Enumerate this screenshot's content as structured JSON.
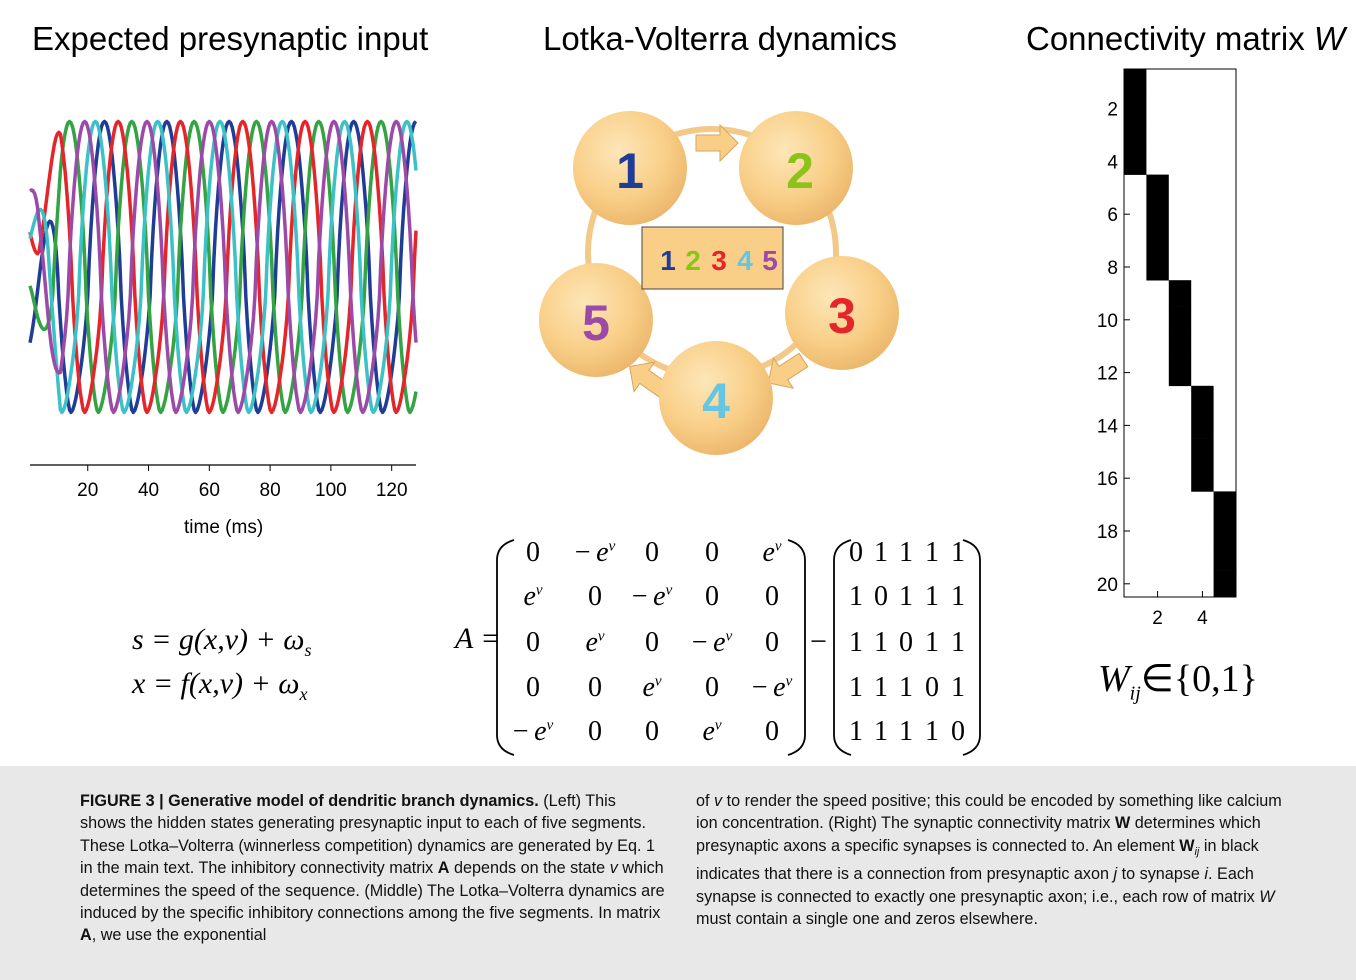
{
  "panels": {
    "left": {
      "title": "Expected presynaptic input",
      "xlabel": "time (ms)",
      "xticks": [
        "20",
        "40",
        "60",
        "80",
        "100",
        "120"
      ],
      "eq1": "s = g(x,v) + ω",
      "eq1_sub": "s",
      "eq2": "x = f(x,v) + ω",
      "eq2_sub": "x"
    },
    "middle": {
      "title": "Lotka-Volterra dynamics",
      "nodes": [
        "1",
        "2",
        "3",
        "4",
        "5"
      ],
      "matrix_lhs": "A =",
      "minus": "−"
    },
    "right": {
      "title_prefix": "Connectivity matrix ",
      "title_var": "W",
      "yticks": [
        "2",
        "4",
        "6",
        "8",
        "10",
        "12",
        "14",
        "16",
        "18",
        "20"
      ],
      "xticks": [
        "2",
        "4"
      ],
      "eq_W": "W",
      "eq_sub": "ij",
      "eq_rest": "∈{0,1}"
    }
  },
  "colors": {
    "series": [
      "#1f3c96",
      "#33a343",
      "#e4262b",
      "#3cc1c6",
      "#9c4aa8"
    ],
    "node_text": [
      "#1f3c96",
      "#8ac31a",
      "#e4262b",
      "#66c5e0",
      "#9c4aa8"
    ]
  },
  "matrix_A": [
    [
      "0",
      "− e^v",
      "0",
      "0",
      "e^v"
    ],
    [
      "e^v",
      "0",
      "− e^v",
      "0",
      "0"
    ],
    [
      "0",
      "e^v",
      "0",
      "− e^v",
      "0"
    ],
    [
      "0",
      "0",
      "e^v",
      "0",
      "− e^v"
    ],
    [
      "− e^v",
      "0",
      "0",
      "e^v",
      "0"
    ]
  ],
  "matrix_B": [
    [
      "0",
      "1",
      "1",
      "1",
      "1"
    ],
    [
      "1",
      "0",
      "1",
      "1",
      "1"
    ],
    [
      "1",
      "1",
      "0",
      "1",
      "1"
    ],
    [
      "1",
      "1",
      "1",
      "0",
      "1"
    ],
    [
      "1",
      "1",
      "1",
      "1",
      "0"
    ]
  ],
  "chart_data": [
    {
      "type": "line",
      "title": "Expected presynaptic input",
      "xlabel": "time (ms)",
      "ylabel": "",
      "xlim": [
        1,
        128
      ],
      "period_ms": 20.5,
      "series": [
        {
          "color": "#1f3c96",
          "peak_times_ms": [
            5,
            25,
            46,
            66,
            87,
            108
          ],
          "initial_value": 0.27
        },
        {
          "color": "#33a343",
          "peak_times_ms": [
            14,
            35,
            56,
            76,
            96,
            117
          ],
          "initial_value": 0.45
        },
        {
          "color": "#e4262b",
          "peak_times_ms": [
            30,
            50,
            71,
            91,
            112
          ],
          "initial_value": 0.62
        },
        {
          "color": "#3cc1c6",
          "peak_times_ms": [
            43,
            63,
            84,
            104,
            125
          ],
          "initial_value": 0.6
        },
        {
          "color": "#9c4aa8",
          "peak_times_ms": [
            19,
            40,
            60,
            81,
            101,
            122
          ],
          "initial_value": 0.75
        }
      ]
    },
    {
      "type": "heatmap",
      "title": "Connectivity matrix W",
      "rows": 20,
      "cols": 5,
      "xticks": [
        2,
        4
      ],
      "yticks": [
        2,
        4,
        6,
        8,
        10,
        12,
        14,
        16,
        18,
        20
      ],
      "ones": [
        [
          1,
          1
        ],
        [
          2,
          1
        ],
        [
          3,
          1
        ],
        [
          4,
          1
        ],
        [
          5,
          2
        ],
        [
          6,
          2
        ],
        [
          7,
          2
        ],
        [
          8,
          2
        ],
        [
          9,
          3
        ],
        [
          10,
          3
        ],
        [
          11,
          3
        ],
        [
          12,
          3
        ],
        [
          13,
          4
        ],
        [
          14,
          4
        ],
        [
          15,
          4
        ],
        [
          16,
          4
        ],
        [
          17,
          5
        ],
        [
          18,
          5
        ],
        [
          19,
          5
        ],
        [
          20,
          5
        ]
      ]
    }
  ],
  "caption": {
    "left": [
      {
        "t": "FIGURE 3 | Generative model of dendritic branch dynamics.",
        "b": true
      },
      {
        "t": " (Left) This shows the hidden states generating presynaptic input to each of five segments. These Lotka–Volterra (winnerless competition) dynamics are generated by Eq. 1 in the main text. The inhibitory connectivity matrix "
      },
      {
        "t": "A",
        "b": true
      },
      {
        "t": " depends on the state "
      },
      {
        "t": "v",
        "i": true
      },
      {
        "t": " which determines the speed of the sequence. (Middle) The Lotka–Volterra dynamics are induced by the specific inhibitory connections among the five segments. In matrix "
      },
      {
        "t": "A",
        "b": true
      },
      {
        "t": ", we use the exponential"
      }
    ],
    "right": [
      {
        "t": "of "
      },
      {
        "t": "v",
        "i": true
      },
      {
        "t": " to render the speed positive; this could be encoded by something like calcium ion concentration. (Right) The synaptic connectivity matrix "
      },
      {
        "t": "W",
        "b": true
      },
      {
        "t": " determines which presynaptic axons a specific synapses is connected to. An element "
      },
      {
        "t": "W",
        "b": true
      },
      {
        "t": "ij",
        "sub": true
      },
      {
        "t": " in black indicates that there is a connection from presynaptic axon "
      },
      {
        "t": "j",
        "i": true
      },
      {
        "t": " to synapse "
      },
      {
        "t": "i",
        "i": true
      },
      {
        "t": ". Each synapse is connected to exactly one presynaptic axon; i.e., each row of matrix "
      },
      {
        "t": "W",
        "i": true
      },
      {
        "t": " must contain a single one and zeros elsewhere."
      }
    ]
  }
}
